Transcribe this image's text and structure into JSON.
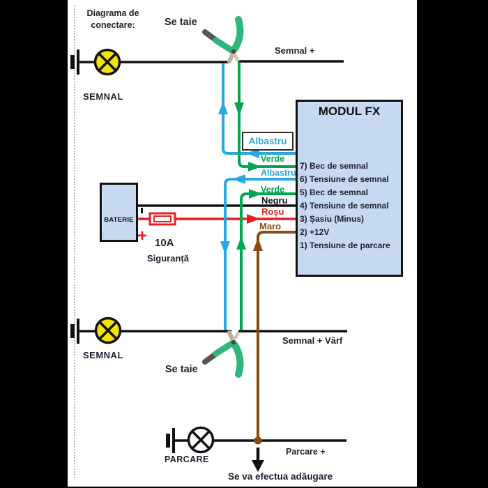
{
  "colors": {
    "blue": "#29a8e0",
    "green": "#00a651",
    "red": "#ec1c24",
    "brown": "#8c4b10",
    "yellow": "#f2e205",
    "module_fill": "#c6d9f0",
    "text": "#20202f",
    "plier_green": "#2fb67c",
    "metal": "#b9b29f"
  },
  "header": {
    "title_line1": "Diagrama de",
    "title_line2": "conectare:"
  },
  "cut_labels": {
    "top": "Se taie",
    "bottom": "Se taie"
  },
  "bulbs": {
    "signal_top": "SEMNAL",
    "signal_bottom": "SEMNAL",
    "parking": "PARCARE"
  },
  "wires": {
    "signal_plus": "Semnal +",
    "signal_plus_varf": "Semnal + Vârf",
    "parking_plus": "Parcare +",
    "boxed_blue": "Albastru",
    "green1": "Verde",
    "blue2": "Albastru",
    "green2": "Verde",
    "black": "Negru",
    "red": "Roșu",
    "brown": "Maro"
  },
  "module": {
    "title": "MODUL FX",
    "pins": [
      "7) Bec de semnal",
      "6) Tensiune de semnal",
      "5) Bec de semnal",
      "4) Tensiune de semnal",
      "3) Șasiu (Minus)",
      "2) +12V",
      "1) Tensiune de parcare"
    ]
  },
  "battery": {
    "label": "BATERIE",
    "plus": "+",
    "fuse_amps": "10A",
    "fuse_label": "Siguranță"
  },
  "footer": {
    "note": "Se va efectua adăugare"
  }
}
